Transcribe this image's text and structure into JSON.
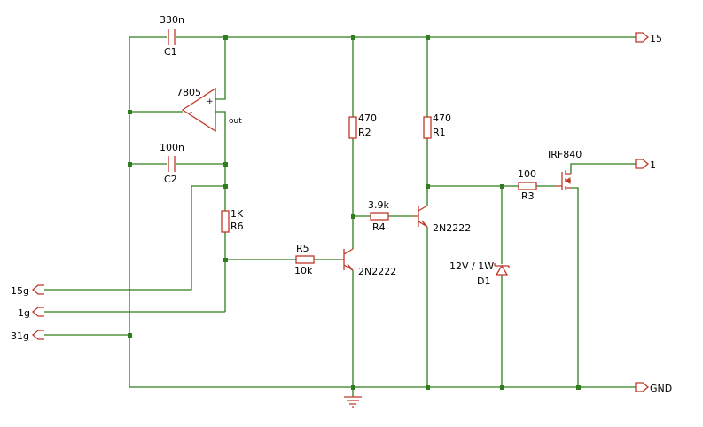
{
  "ports": {
    "v15": "15",
    "out1": "1",
    "gnd": "GND",
    "in15g": "15g",
    "in1g": "1g",
    "in31g": "31g"
  },
  "components": {
    "c1": {
      "ref": "C1",
      "value": "330n"
    },
    "c2": {
      "ref": "C2",
      "value": "100n"
    },
    "reg": {
      "ref": "7805",
      "out": "out",
      "plus": "+",
      "minus": "-"
    },
    "r6": {
      "ref": "R6",
      "value": "1K"
    },
    "r5": {
      "ref": "R5",
      "value": "10k"
    },
    "r2": {
      "ref": "R2",
      "value": "470"
    },
    "r1": {
      "ref": "R1",
      "value": "470"
    },
    "r4": {
      "ref": "R4",
      "value": "3.9k"
    },
    "r3": {
      "ref": "R3",
      "value": "100"
    },
    "q1": {
      "ref": "2N2222"
    },
    "q2": {
      "ref": "2N2222"
    },
    "d1": {
      "ref": "D1",
      "value": "12V / 1W"
    },
    "m1": {
      "ref": "IRF840"
    }
  },
  "colors": {
    "wire": "#2e7d1e",
    "component": "#c0392b",
    "text": "#000000"
  }
}
